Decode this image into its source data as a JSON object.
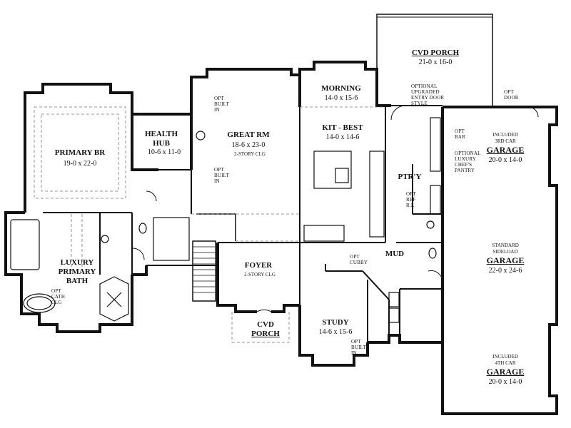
{
  "rooms": {
    "cvd_porch_top": {
      "name": "CVD PORCH",
      "dim": "21-0 x 16-0"
    },
    "morning": {
      "name": "MORNING",
      "dim": "14-0 x 15-6"
    },
    "kit_best": {
      "name": "KIT - BEST",
      "dim": "14-0 x 14-6"
    },
    "great_rm": {
      "name": "GREAT RM",
      "dim": "18-6 x 23-0",
      "note": "2-STORY CLG"
    },
    "health_hub": {
      "name_1": "HEALTH",
      "name_2": "HUB",
      "dim": "10-6 x 11-0"
    },
    "primary_br": {
      "name": "PRIMARY BR",
      "dim": "19-0 x 22-0"
    },
    "luxury_bath": {
      "name_1": "LUXURY",
      "name_2": "PRIMARY",
      "name_3": "BATH"
    },
    "foyer": {
      "name": "FOYER",
      "note": "2-STORY CLG"
    },
    "cvd_porch_front": {
      "name_1": "CVD",
      "name_2": "PORCH"
    },
    "study": {
      "name": "STUDY",
      "dim": "14-6 x 15-6"
    },
    "mud": {
      "name": "MUD"
    },
    "ptry": {
      "name": "PTR'Y"
    },
    "garage_3rd": {
      "sub_1": "INCLUDED",
      "sub_2": "3RD CAR",
      "name": "GARAGE",
      "dim": "20-0 x 14-0"
    },
    "garage_main": {
      "sub_1": "STANDARD",
      "sub_2": "SIDELOAD",
      "name": "GARAGE",
      "dim": "22-0 x 24-6"
    },
    "garage_4th": {
      "sub_1": "INCLUDED",
      "sub_2": "4TH CAR",
      "name": "GARAGE",
      "dim": "20-0 x 14-0"
    }
  },
  "notes": {
    "opt_built_in_top": [
      "OPT",
      "BUILT",
      "IN"
    ],
    "opt_built_in_mid": [
      "OPT",
      "BUILT",
      "IN"
    ],
    "opt_built_in_study": [
      "OPT",
      "BUILT",
      "IN"
    ],
    "opt_entry_door": [
      "OPTIONAL",
      "UPGRADED",
      "ENTRY DOOR",
      "STYLE"
    ],
    "opt_door": [
      "OPT",
      "DOOR"
    ],
    "opt_bar": [
      "OPT",
      "BAR"
    ],
    "opt_pantry": [
      "OPTIONAL",
      "LUXURY",
      "CHEF'S",
      "PANTRY"
    ],
    "opt_ref": [
      "OPT",
      "REF",
      "R.I."
    ],
    "opt_cubby": [
      "OPT",
      "CUBBY"
    ],
    "opt_cath": [
      "OPT",
      "CATH",
      "CLG"
    ]
  },
  "colors": {
    "wall": "#111111",
    "paper": "#ffffff",
    "dashed": "#777777"
  }
}
